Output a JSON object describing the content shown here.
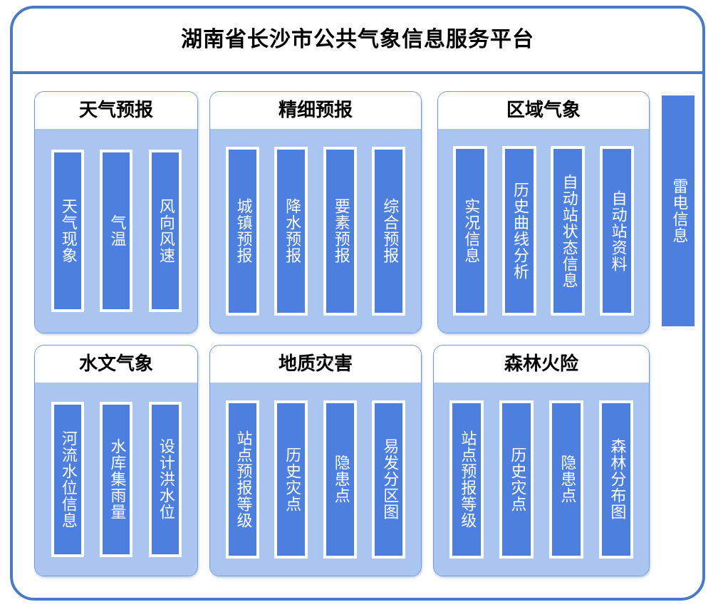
{
  "platform": {
    "title": "湖南省长沙市公共气象信息服务平台",
    "accent_color": "#4a7ac4",
    "panel_body_color": "#a9c5f0",
    "bar_color": "#4d80de",
    "bar_text_color": "#ffffff"
  },
  "panels": [
    {
      "title": "天气预报",
      "items": [
        {
          "label": "天气现象"
        },
        {
          "label": "气温"
        },
        {
          "label": "风向风速"
        }
      ]
    },
    {
      "title": "精细预报",
      "items": [
        {
          "label": "城镇预报"
        },
        {
          "label": "降水预报"
        },
        {
          "label": "要素预报"
        },
        {
          "label": "综合预报"
        }
      ]
    },
    {
      "title": "区域气象",
      "items": [
        {
          "label": "实况信息"
        },
        {
          "label": "历史曲线分析"
        },
        {
          "label": "自动站状态信息"
        },
        {
          "label": "自动站资料"
        }
      ]
    },
    {
      "title": "水文气象",
      "items": [
        {
          "label": "河流水位信息"
        },
        {
          "label": "水库集雨量"
        },
        {
          "label": "设计洪水位"
        }
      ]
    },
    {
      "title": "地质灾害",
      "items": [
        {
          "label": "站点预报等级"
        },
        {
          "label": "历史灾点"
        },
        {
          "label": "隐患点"
        },
        {
          "label": "易发分区图"
        }
      ]
    },
    {
      "title": "森林火险",
      "items": [
        {
          "label": "站点预报等级"
        },
        {
          "label": "历史灾点"
        },
        {
          "label": "隐患点"
        },
        {
          "label": "森林分布图"
        }
      ]
    }
  ],
  "side_module": {
    "label": "雷电信息"
  }
}
